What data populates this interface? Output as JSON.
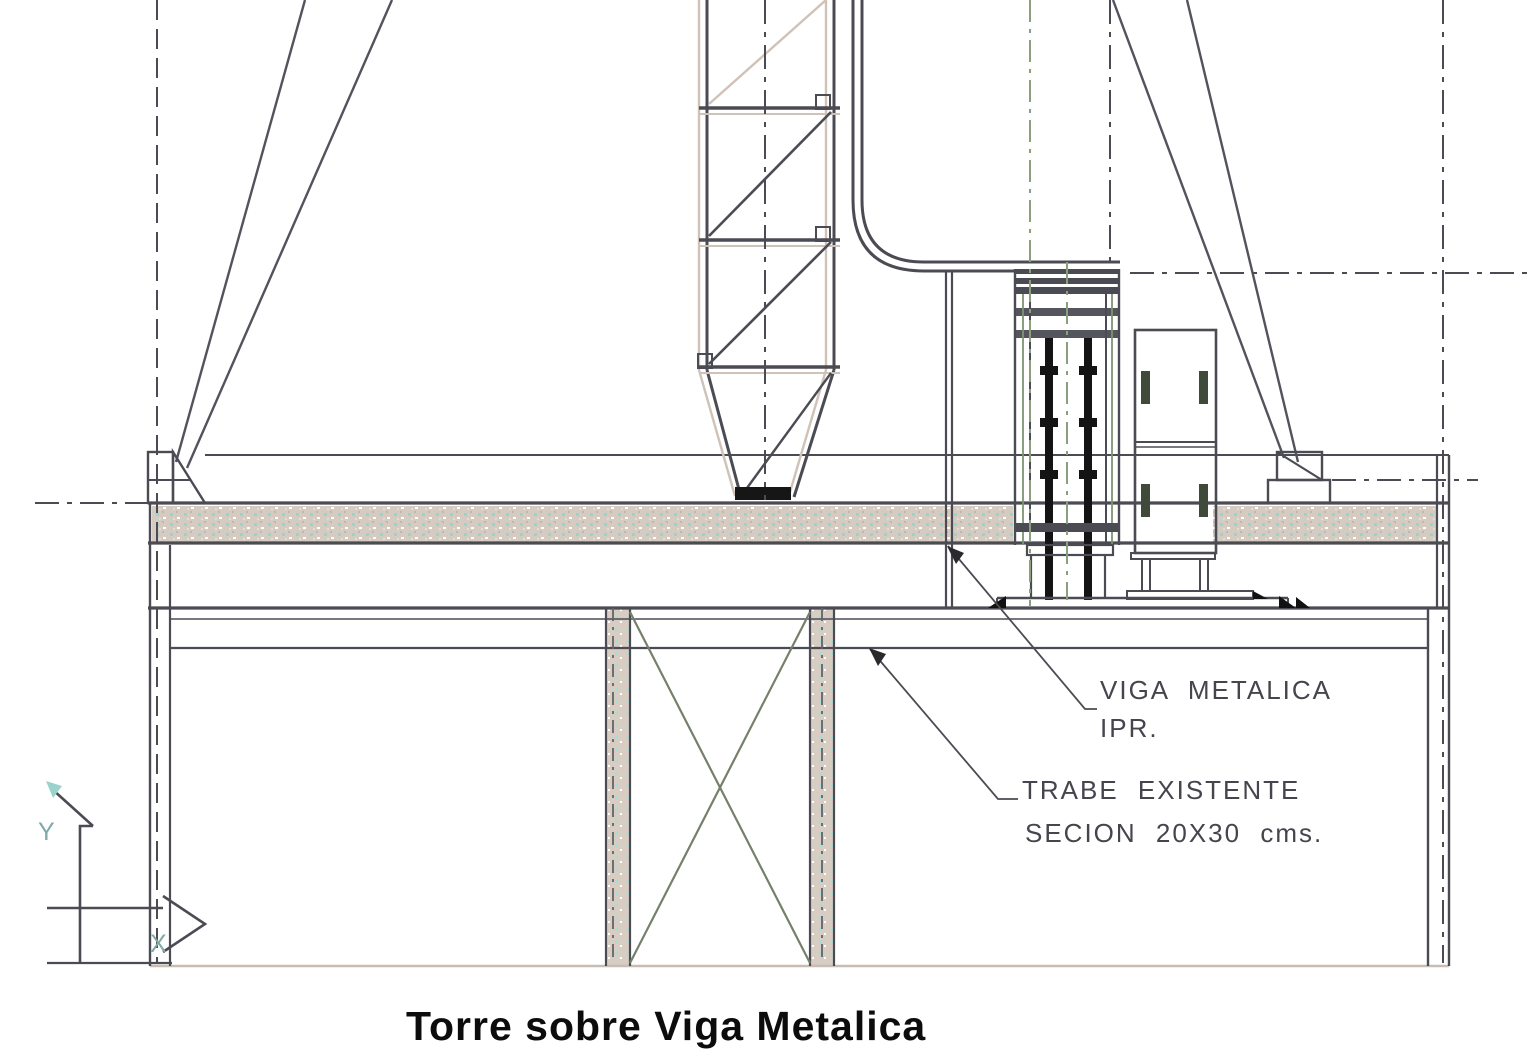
{
  "drawing": {
    "title": "Torre sobre Viga Metalica",
    "labels": {
      "viga": {
        "line1": "VIGA METALICA",
        "line2": "IPR."
      },
      "trabe": {
        "line1": "TRABE EXISTENTE",
        "line2": "SECION 20X30 cms."
      }
    },
    "axis_icon": {
      "y_label": "Y",
      "x_label": "X"
    },
    "colors": {
      "background": "#ffffff",
      "line_dark": "#4b4b54",
      "line_tan": "#cfc2b8",
      "line_olive": "#7e9472",
      "accent_cyan": "#9ad3cd",
      "beam_fill": "#d6cbc1",
      "bolt_black": "#141414",
      "label_text": "#45454d",
      "title_text": "#0c0c0c"
    }
  }
}
